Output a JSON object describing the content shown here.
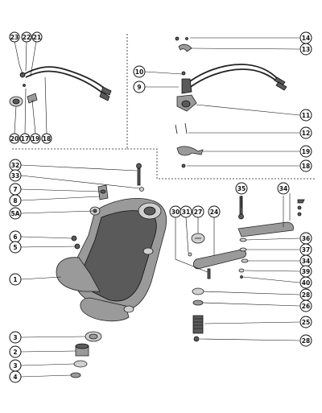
{
  "callouts": [
    {
      "id": "c23",
      "label": "23"
    },
    {
      "id": "c22",
      "label": "22"
    },
    {
      "id": "c21",
      "label": "21"
    },
    {
      "id": "c20",
      "label": "20"
    },
    {
      "id": "c17",
      "label": "17"
    },
    {
      "id": "c19a",
      "label": "19"
    },
    {
      "id": "c18a",
      "label": "18"
    },
    {
      "id": "c14",
      "label": "14"
    },
    {
      "id": "c13",
      "label": "13"
    },
    {
      "id": "c10",
      "label": "10"
    },
    {
      "id": "c9",
      "label": "9"
    },
    {
      "id": "c11",
      "label": "11"
    },
    {
      "id": "c12",
      "label": "12"
    },
    {
      "id": "c19b",
      "label": "19"
    },
    {
      "id": "c18b",
      "label": "18"
    },
    {
      "id": "c32",
      "label": "32"
    },
    {
      "id": "c33",
      "label": "33"
    },
    {
      "id": "c7",
      "label": "7"
    },
    {
      "id": "c8",
      "label": "8"
    },
    {
      "id": "c5A",
      "label": "5A"
    },
    {
      "id": "c6",
      "label": "6"
    },
    {
      "id": "c5",
      "label": "5"
    },
    {
      "id": "c1",
      "label": "1"
    },
    {
      "id": "c35",
      "label": "35"
    },
    {
      "id": "c34a",
      "label": "34"
    },
    {
      "id": "c30",
      "label": "30"
    },
    {
      "id": "c31",
      "label": "31"
    },
    {
      "id": "c27",
      "label": "27"
    },
    {
      "id": "c24",
      "label": "24"
    },
    {
      "id": "c36",
      "label": "36"
    },
    {
      "id": "c37",
      "label": "37"
    },
    {
      "id": "c34b",
      "label": "34"
    },
    {
      "id": "c39",
      "label": "39"
    },
    {
      "id": "c40",
      "label": "40"
    },
    {
      "id": "c28a",
      "label": "28"
    },
    {
      "id": "c26",
      "label": "26"
    },
    {
      "id": "c25",
      "label": "25"
    },
    {
      "id": "c28b",
      "label": "28"
    },
    {
      "id": "c3a",
      "label": "3"
    },
    {
      "id": "c2",
      "label": "2"
    },
    {
      "id": "c3b",
      "label": "3"
    },
    {
      "id": "c4",
      "label": "4"
    }
  ]
}
